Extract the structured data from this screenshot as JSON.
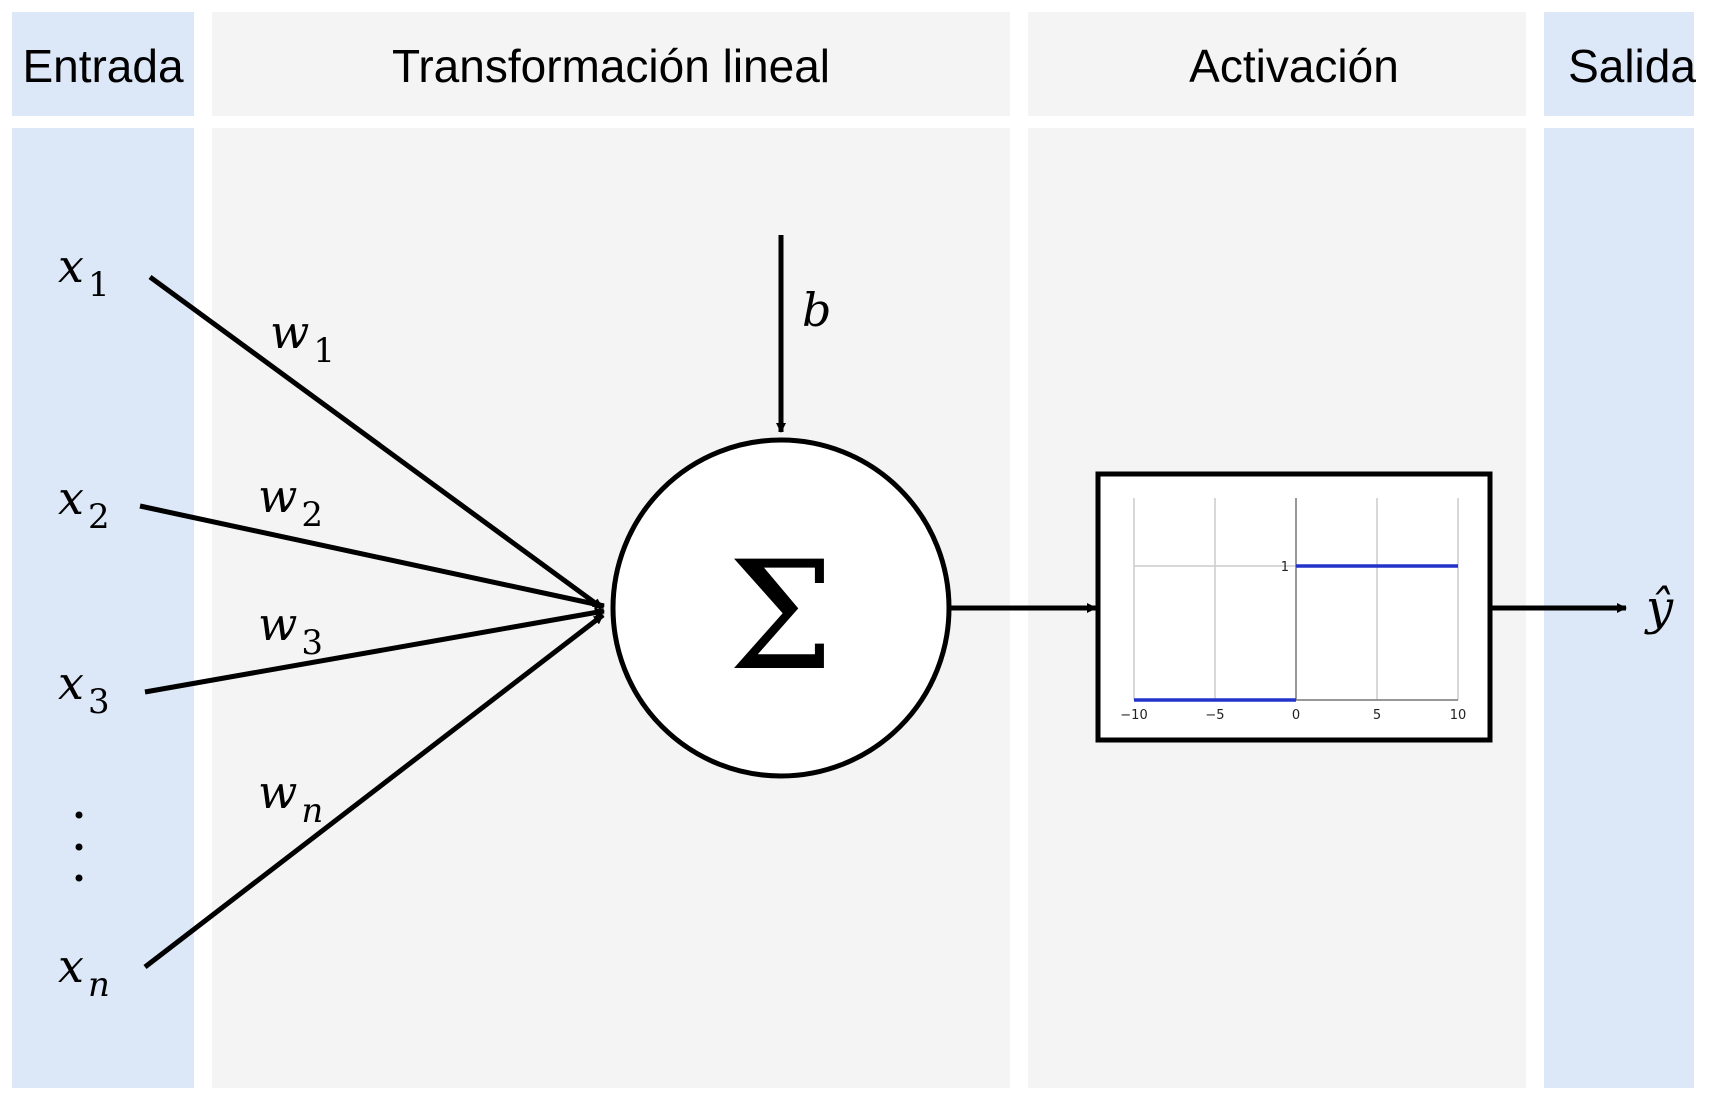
{
  "columns": {
    "input": "Entrada",
    "linear": "Transformación lineal",
    "activation": "Activación",
    "output": "Salida"
  },
  "inputs": [
    {
      "base": "x",
      "sub": "1"
    },
    {
      "base": "x",
      "sub": "2"
    },
    {
      "base": "x",
      "sub": "3"
    },
    {
      "base": "x",
      "sub": "n"
    }
  ],
  "weights": [
    {
      "base": "w",
      "sub": "1"
    },
    {
      "base": "w",
      "sub": "2"
    },
    {
      "base": "w",
      "sub": "3"
    },
    {
      "base": "w",
      "sub": "n"
    }
  ],
  "bias": "b",
  "sum_symbol": "Σ",
  "output_symbol": "ŷ",
  "colors": {
    "io_column": "#dce8f8",
    "middle_column": "#f4f4f4",
    "step_line": "#2233cc"
  },
  "step_plot": {
    "x_ticks": [
      "−10",
      "−5",
      "0",
      "5",
      "10"
    ],
    "y_tick": "1"
  }
}
